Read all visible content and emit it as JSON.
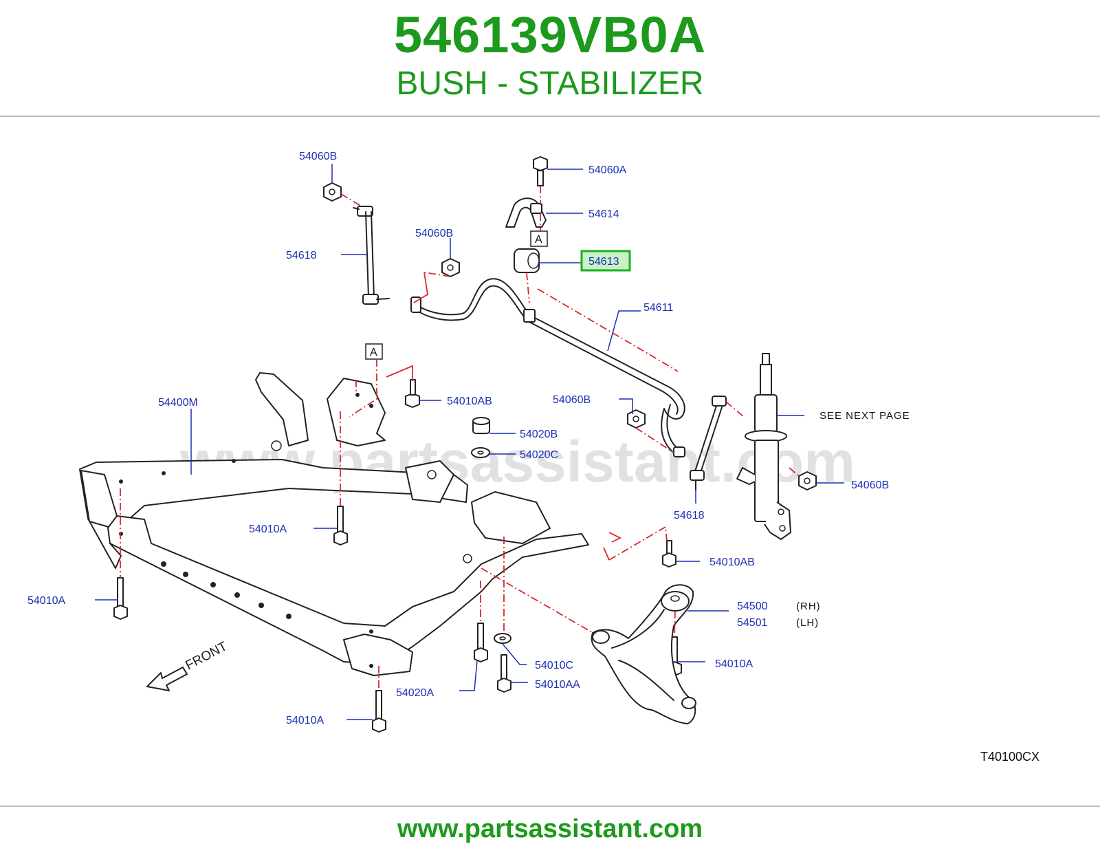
{
  "header": {
    "part_number": "546139VB0A",
    "part_name": "BUSH - STABILIZER"
  },
  "diagram": {
    "watermark": "www.partsassistant.com",
    "reference_box_label": "A",
    "highlighted_callout": "54613",
    "callouts": {
      "c_54060B_top": "54060B",
      "c_54060A": "54060A",
      "c_54614": "54614",
      "c_54618_left": "54618",
      "c_54060B_mid": "54060B",
      "c_54613": "54613",
      "c_54611": "54611",
      "c_54010AB_upper": "54010AB",
      "c_54400M": "54400M",
      "c_54060B_right": "54060B",
      "c_54020B": "54020B",
      "c_54020C": "54020C",
      "c_54618_right": "54618",
      "c_54060B_strut": "54060B",
      "c_54010A_center": "54010A",
      "c_54010AB_lower": "54010AB",
      "c_54010A_left": "54010A",
      "c_54500": "54500",
      "c_54501": "54501",
      "c_54010A_arm": "54010A",
      "c_54010C": "54010C",
      "c_54010AA": "54010AA",
      "c_54020A": "54020A",
      "c_54010A_bottom": "54010A"
    },
    "side_labels": {
      "rh": "(RH)",
      "lh": "(LH)"
    },
    "see_next_page": "SEE  NEXT  PAGE",
    "front_label": "FRONT",
    "diagram_code": "T40100CX"
  },
  "footer": {
    "url": "www.partsassistant.com"
  },
  "colors": {
    "brand_green": "#1d9a1d",
    "callout_blue": "#1a2fb4",
    "dash_red": "#d9262b",
    "highlight_border": "#18b218"
  }
}
